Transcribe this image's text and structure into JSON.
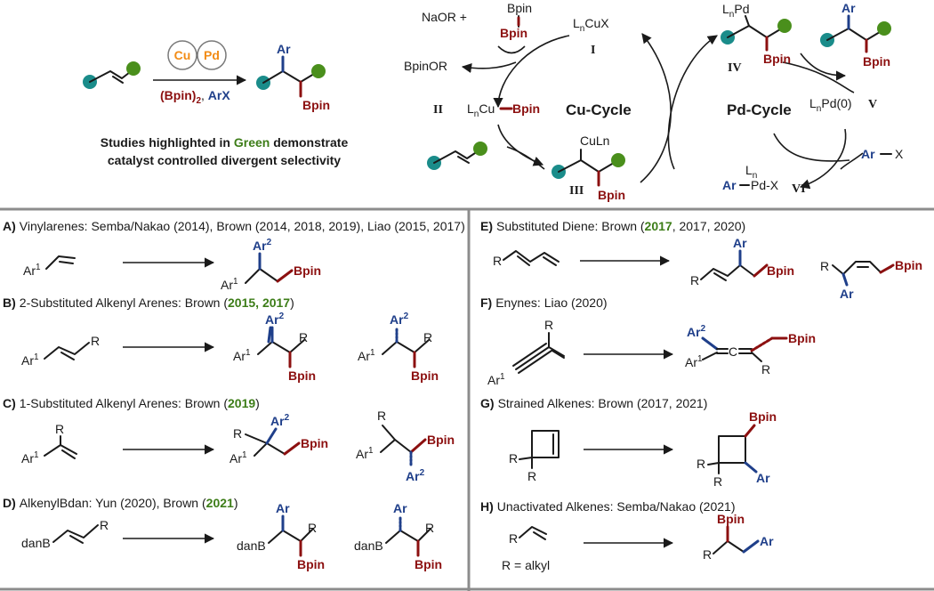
{
  "top": {
    "catalyst_cu": "Cu",
    "catalyst_pd": "Pd",
    "reagents_bpin": "(Bpin)",
    "reagents_sub2": "2",
    "reagents_sep": ", ",
    "reagents_arx": "ArX",
    "product_ar": "Ar",
    "product_bpin": "Bpin",
    "note_line1_pre": "Studies highlighted in ",
    "note_line1_green": "Green",
    "note_line1_post": " demonstrate",
    "note_line2": "catalyst controlled divergent selectivity"
  },
  "cycle": {
    "naor": "NaOR +",
    "bpin_top": "Bpin",
    "bpin_bottom": "Bpin",
    "bpinor": "BpinOR",
    "lncux": "L",
    "lncux_sub": "n",
    "lncux_tail": "CuX",
    "roman_I": "I",
    "roman_II": "II",
    "roman_III": "III",
    "roman_IV": "IV",
    "roman_V": "V",
    "roman_VI": "VI",
    "lncu_bpin_L": "L",
    "lncu_bpin_sub": "n",
    "lncu_bpin_cu": "Cu",
    "lncu_bpin_b": "Bpin",
    "cu_cycle": "Cu-Cycle",
    "pd_cycle": "Pd-Cycle",
    "culn": "CuLn",
    "iii_bpin": "Bpin",
    "lnpd_L": "L",
    "lnpd_sub": "n",
    "lnpd_pd": "Pd",
    "iv_bpin": "Bpin",
    "prod_ar": "Ar",
    "prod_bpin": "Bpin",
    "lnpd0_L": "L",
    "lnpd0_sub": "n",
    "lnpd0_tail": "Pd(0)",
    "arx_ar": "Ar",
    "arx_x": "X",
    "vi_ar": "Ar",
    "vi_ln": "L",
    "vi_ln_sub": "n",
    "vi_pdx": "Pd-X"
  },
  "sections": {
    "A": {
      "letter": "A)",
      "text": "Vinylarenes: Semba/Nakao (2014), Brown (2014, 2018, 2019), Liao (2015, 2017)"
    },
    "B": {
      "letter": "B)",
      "pre": "2-Substituted Alkenyl Arenes: Brown (",
      "green": "2015, 2017",
      "post": ")"
    },
    "C": {
      "letter": "C)",
      "pre": "1-Substituted Alkenyl Arenes: Brown (",
      "green": "2019",
      "post": ")"
    },
    "D": {
      "letter": "D)",
      "pre": "AlkenylBdan: Yun (2020), Brown (",
      "green": "2021",
      "post": ")"
    },
    "E": {
      "letter": "E)",
      "pre": "Substituted Diene: Brown (",
      "green": "2017",
      "post": ", 2017, 2020)"
    },
    "F": {
      "letter": "F)",
      "text": "Enynes: Liao (2020)"
    },
    "G": {
      "letter": "G)",
      "text": "Strained Alkenes: Brown (2017, 2021)"
    },
    "H": {
      "letter": "H)",
      "text": "Unactivated Alkenes: Semba/Nakao (2021)"
    }
  },
  "labels": {
    "ar": "Ar",
    "ar1": "1",
    "ar2": "2",
    "bpin": "Bpin",
    "r": "R",
    "danb": "danB",
    "c": "C",
    "r_alkyl": "R = alkyl"
  },
  "colors": {
    "teal": "#1a8c8a",
    "green_ball": "#4a8f1c",
    "blue": "#1f3f8a",
    "red": "#8c1010",
    "highlight_green": "#3d7d18",
    "orange": "#f28c16",
    "divider": "#8c8c8c"
  }
}
